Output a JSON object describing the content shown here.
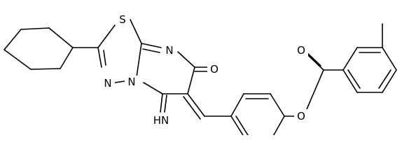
{
  "atoms": {
    "S": "S",
    "N_thiadiazole": "N",
    "N_bridge": "N",
    "N_pyrimidine": "N",
    "O_ketone": "O",
    "imine": "HN",
    "O_ester_ether": "O",
    "O_ester_carbonyl": "O"
  }
}
